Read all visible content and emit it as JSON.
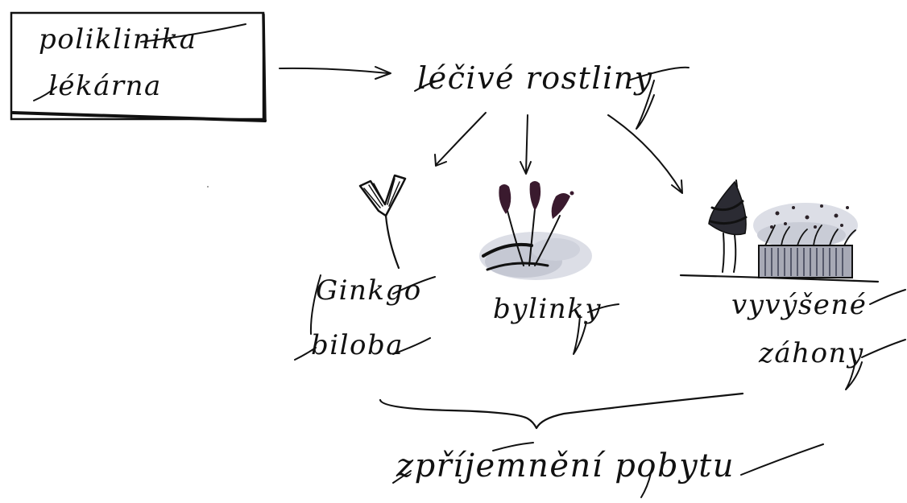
{
  "diagram": {
    "source_box": {
      "line1": "poliklinika",
      "line2": "lékárna"
    },
    "central_node": "léčivé rostliny",
    "branches": [
      {
        "label_line1": "Ginkgo",
        "label_line2": "biloba"
      },
      {
        "label_line1": "bylinky",
        "label_line2": ""
      },
      {
        "label_line1": "vyvýšené",
        "label_line2": "záhony"
      }
    ],
    "result": "zpříjemnění pobytu"
  },
  "colors": {
    "ink": "#111111",
    "lavender": "#3a1a2e",
    "wash": "#b9bdc8",
    "wash_light": "#dcdee6"
  }
}
